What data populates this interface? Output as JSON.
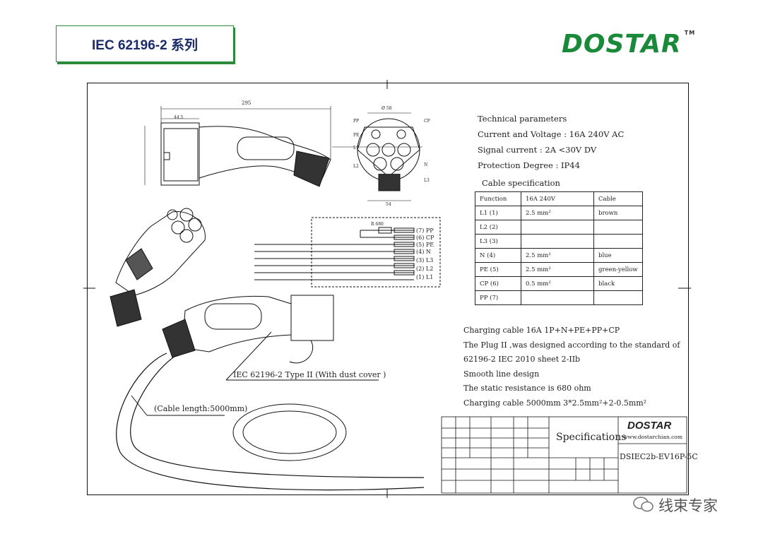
{
  "header": {
    "title": "IEC 62196-2 系列",
    "logo": "DOSTAR",
    "tm": "TM"
  },
  "technical": {
    "heading": "Technical parameters",
    "current_voltage": "Current and Voltage : 16A 240V AC",
    "signal_current": "Signal current : 2A  <30V DV",
    "protection": "Protection Degree : IP44"
  },
  "cable_spec": {
    "heading": "Cable specification",
    "columns": [
      "Function",
      "16A    240V",
      "Cable"
    ],
    "rows": [
      {
        "fn": "L1  (1)",
        "size": "2.5      mm²",
        "cable": "brown"
      },
      {
        "fn": "L2  (2)",
        "size": "",
        "cable": ""
      },
      {
        "fn": "L3  (3)",
        "size": "",
        "cable": ""
      },
      {
        "fn": "N   (4)",
        "size": "2.5      mm²",
        "cable": "blue"
      },
      {
        "fn": "PE  (5)",
        "size": "2.5      mm²",
        "cable": "green-yellow"
      },
      {
        "fn": "CP  (6)",
        "size": "0.5      mm²",
        "cable": "black"
      },
      {
        "fn": "PP  (7)",
        "size": "",
        "cable": ""
      }
    ]
  },
  "notes": [
    "Charging cable  16A 1P+N+PE+PP+CP",
    "The Plug II ,was designed according to the standard of",
    "62196-2 IEC 2010 sheet 2-IIb",
    "Smooth line design",
    "The static resistance is 680 ohm",
    "Charging cable  5000mm  3*2.5mm²+2-0.5mm²"
  ],
  "wiring_labels": [
    "(7) PP",
    "(6) CP",
    "(5) PE",
    "(4) N",
    "(3) L3",
    "(2) L2",
    "(1) L1"
  ],
  "resistor_label": "R 680",
  "callouts": {
    "plug_type": "IEC 62196-2 Type II   (With dust cover )",
    "cable_length": "(Cable length:5000mm)"
  },
  "pin_labels": [
    "PP",
    "CP",
    "PE",
    "L1",
    "L2",
    "L3",
    "N"
  ],
  "dims": {
    "overall": "295",
    "front": "44.5",
    "face": "Ø 58",
    "bottom": "54"
  },
  "title_block": {
    "specs": "Specifications",
    "logo": "DOSTAR",
    "url": "www.dostarchian.com",
    "code": "DSIEC2b-EV16P-5C"
  },
  "watermark": "线束专家",
  "colors": {
    "logo_green": "#1a8a3a",
    "title_blue": "#1a2a6a",
    "frame_green": "#2a8a3a"
  }
}
